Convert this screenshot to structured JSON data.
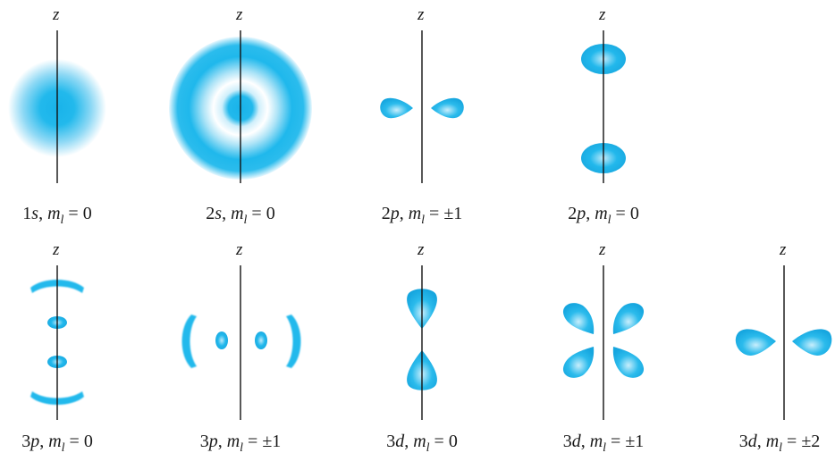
{
  "axis_label": "z",
  "colors": {
    "orbital": "#1fb8ec",
    "orbital_light": "#bfeafa",
    "axis": "#111111"
  },
  "orbitals": [
    {
      "id": "1s-0",
      "n": "1",
      "l": "s",
      "ml": "0",
      "caption": "1s, m_l = 0"
    },
    {
      "id": "2s-0",
      "n": "2",
      "l": "s",
      "ml": "0",
      "caption": "2s, m_l = 0"
    },
    {
      "id": "2p-1",
      "n": "2",
      "l": "p",
      "ml": "±1",
      "caption": "2p, m_l = ±1"
    },
    {
      "id": "2p-0",
      "n": "2",
      "l": "p",
      "ml": "0",
      "caption": "2p, m_l = 0"
    },
    {
      "id": "3p-0",
      "n": "3",
      "l": "p",
      "ml": "0",
      "caption": "3p, m_l = 0"
    },
    {
      "id": "3p-1",
      "n": "3",
      "l": "p",
      "ml": "±1",
      "caption": "3p, m_l = ±1"
    },
    {
      "id": "3d-0",
      "n": "3",
      "l": "d",
      "ml": "0",
      "caption": "3d, m_l = 0"
    },
    {
      "id": "3d-1",
      "n": "3",
      "l": "d",
      "ml": "±1",
      "caption": "3d, m_l = ±1"
    },
    {
      "id": "3d-2",
      "n": "3",
      "l": "d",
      "ml": "±2",
      "caption": "3d, m_l = ±2"
    }
  ]
}
